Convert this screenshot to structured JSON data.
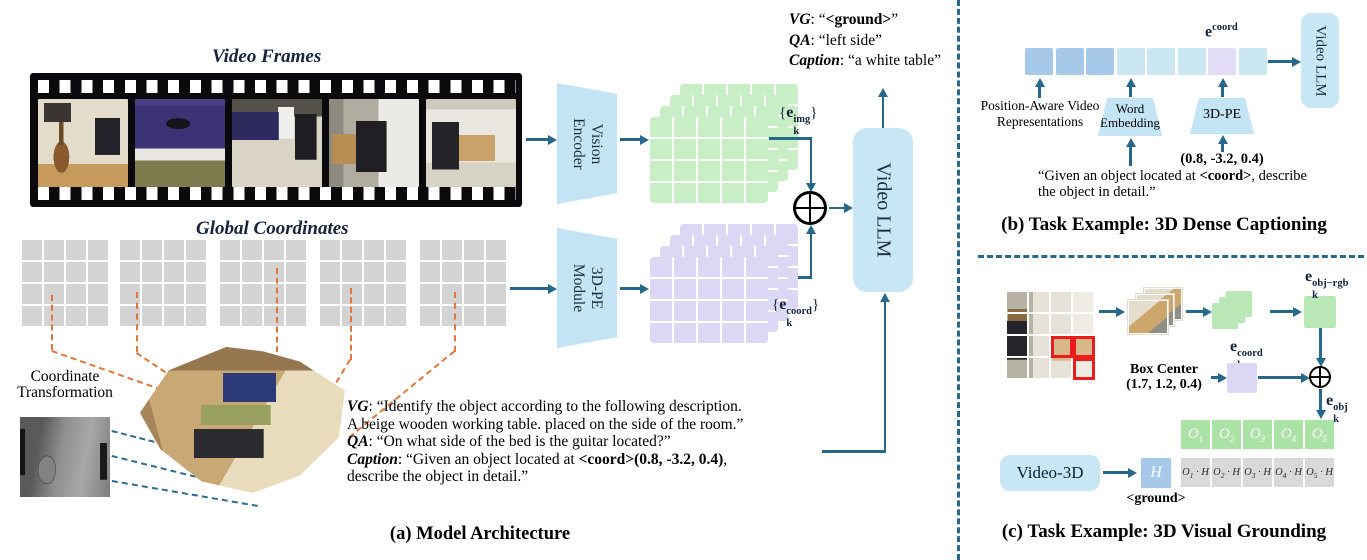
{
  "colors": {
    "arrow_teal": "#26688c",
    "box_blue": "#c8e7f6",
    "token_green": "#c7eec4",
    "token_purple": "#dcd7f4",
    "token_blue": "#a6c9e9",
    "token_lightblue": "#cbe7f4",
    "token_lavender": "#e2dcf6",
    "grid_gray": "#d3d3d3",
    "dash_orange": "#e0763a",
    "object_green": "#abe2a6",
    "sim_gray": "#d9d9d9",
    "highlight_red": "#ec1c1c"
  },
  "panel_a": {
    "caption": "(a) Model Architecture",
    "video_frames_title": "Video Frames",
    "global_coordinates_title": "Global Coordinates",
    "coord_transform_line1": "Coordinate",
    "coord_transform_line2": "Transformation",
    "vision_encoder_line1": "Vision",
    "vision_encoder_line2": "Encoder",
    "pe_module_line1": "3D-PE",
    "pe_module_line2": "Module",
    "video_llm_label": "Video LLM",
    "e_img": {
      "open": "{",
      "base": "e",
      "sub": "k",
      "sup": "img",
      "close": "}"
    },
    "e_coord": {
      "open": "{",
      "base": "e",
      "sub": "k",
      "sup": "coord",
      "close": "}"
    },
    "outputs": [
      [
        {
          "t": "VG",
          "b": true,
          "i": true
        },
        {
          "t": ": “"
        },
        {
          "t": "<ground>",
          "b": true
        },
        {
          "t": "”"
        }
      ],
      [
        {
          "t": "QA",
          "b": true,
          "i": true
        },
        {
          "t": ": “left side”"
        }
      ],
      [
        {
          "t": "Caption",
          "b": true,
          "i": true
        },
        {
          "t": ": “a white table”"
        }
      ]
    ],
    "prompt": [
      [
        {
          "t": "VG",
          "b": true,
          "i": true
        },
        {
          "t": ": “Identify the object according to the following description."
        }
      ],
      [
        {
          "t": "A beige wooden working table. placed on the side of the room.”"
        }
      ],
      [
        {
          "t": "QA",
          "b": true,
          "i": true
        },
        {
          "t": ": “On what side of the bed is the guitar located?”"
        }
      ],
      [
        {
          "t": "Caption",
          "b": true,
          "i": true
        },
        {
          "t": ": “Given an object located at "
        },
        {
          "t": "<coord>(0.8, -3.2, 0.4)",
          "b": true
        },
        {
          "t": ","
        }
      ],
      [
        {
          "t": "describe the object in detail.”"
        }
      ]
    ]
  },
  "panel_b": {
    "caption": "(b) Task Example: 3D Dense Captioning",
    "e_coord": {
      "base": "e",
      "sup": "coord"
    },
    "video_llm_label": "Video LLM",
    "pav_line1": "Position-Aware Video",
    "pav_line2": "Representations",
    "word_embedding_line1": "Word",
    "word_embedding_line2": "Embedding",
    "pe_label": "3D-PE",
    "coords": "(0.8, -3.2, 0.4)",
    "quote": [
      [
        {
          "t": "“Given an object located at "
        },
        {
          "t": "<coord>",
          "b": true
        },
        {
          "t": ", describe"
        }
      ],
      [
        {
          "t": "the object in detail.”"
        }
      ]
    ]
  },
  "panel_c": {
    "caption": "(c) Task Example: 3D Visual Grounding",
    "e_obj_rgb": {
      "base": "e",
      "sub": "k",
      "sup": "obj−rgb"
    },
    "e_coord": {
      "base": "e",
      "sub": "k",
      "sup": "coord"
    },
    "e_obj": {
      "base": "e",
      "sub": "k",
      "sup": "obj"
    },
    "box_center_line1": "Box Center",
    "box_center_line2": "(1.7, 1.2, 0.4)",
    "video_3d_label": "Video-3D",
    "h_label": "H",
    "ground_label": "<ground>",
    "objects": [
      {
        "base": "O",
        "sub": "1"
      },
      {
        "base": "O",
        "sub": "2"
      },
      {
        "base": "O",
        "sub": "3"
      },
      {
        "base": "O",
        "sub": "4"
      },
      {
        "base": "O",
        "sub": "5"
      }
    ],
    "similarities": [
      {
        "left": "O",
        "sub": "1",
        "right": " · H"
      },
      {
        "left": "O",
        "sub": "2",
        "right": " · H"
      },
      {
        "left": "O",
        "sub": "3",
        "right": " · H"
      },
      {
        "left": "O",
        "sub": "4",
        "right": " · H"
      },
      {
        "left": "O",
        "sub": "5",
        "right": " · H"
      }
    ]
  }
}
